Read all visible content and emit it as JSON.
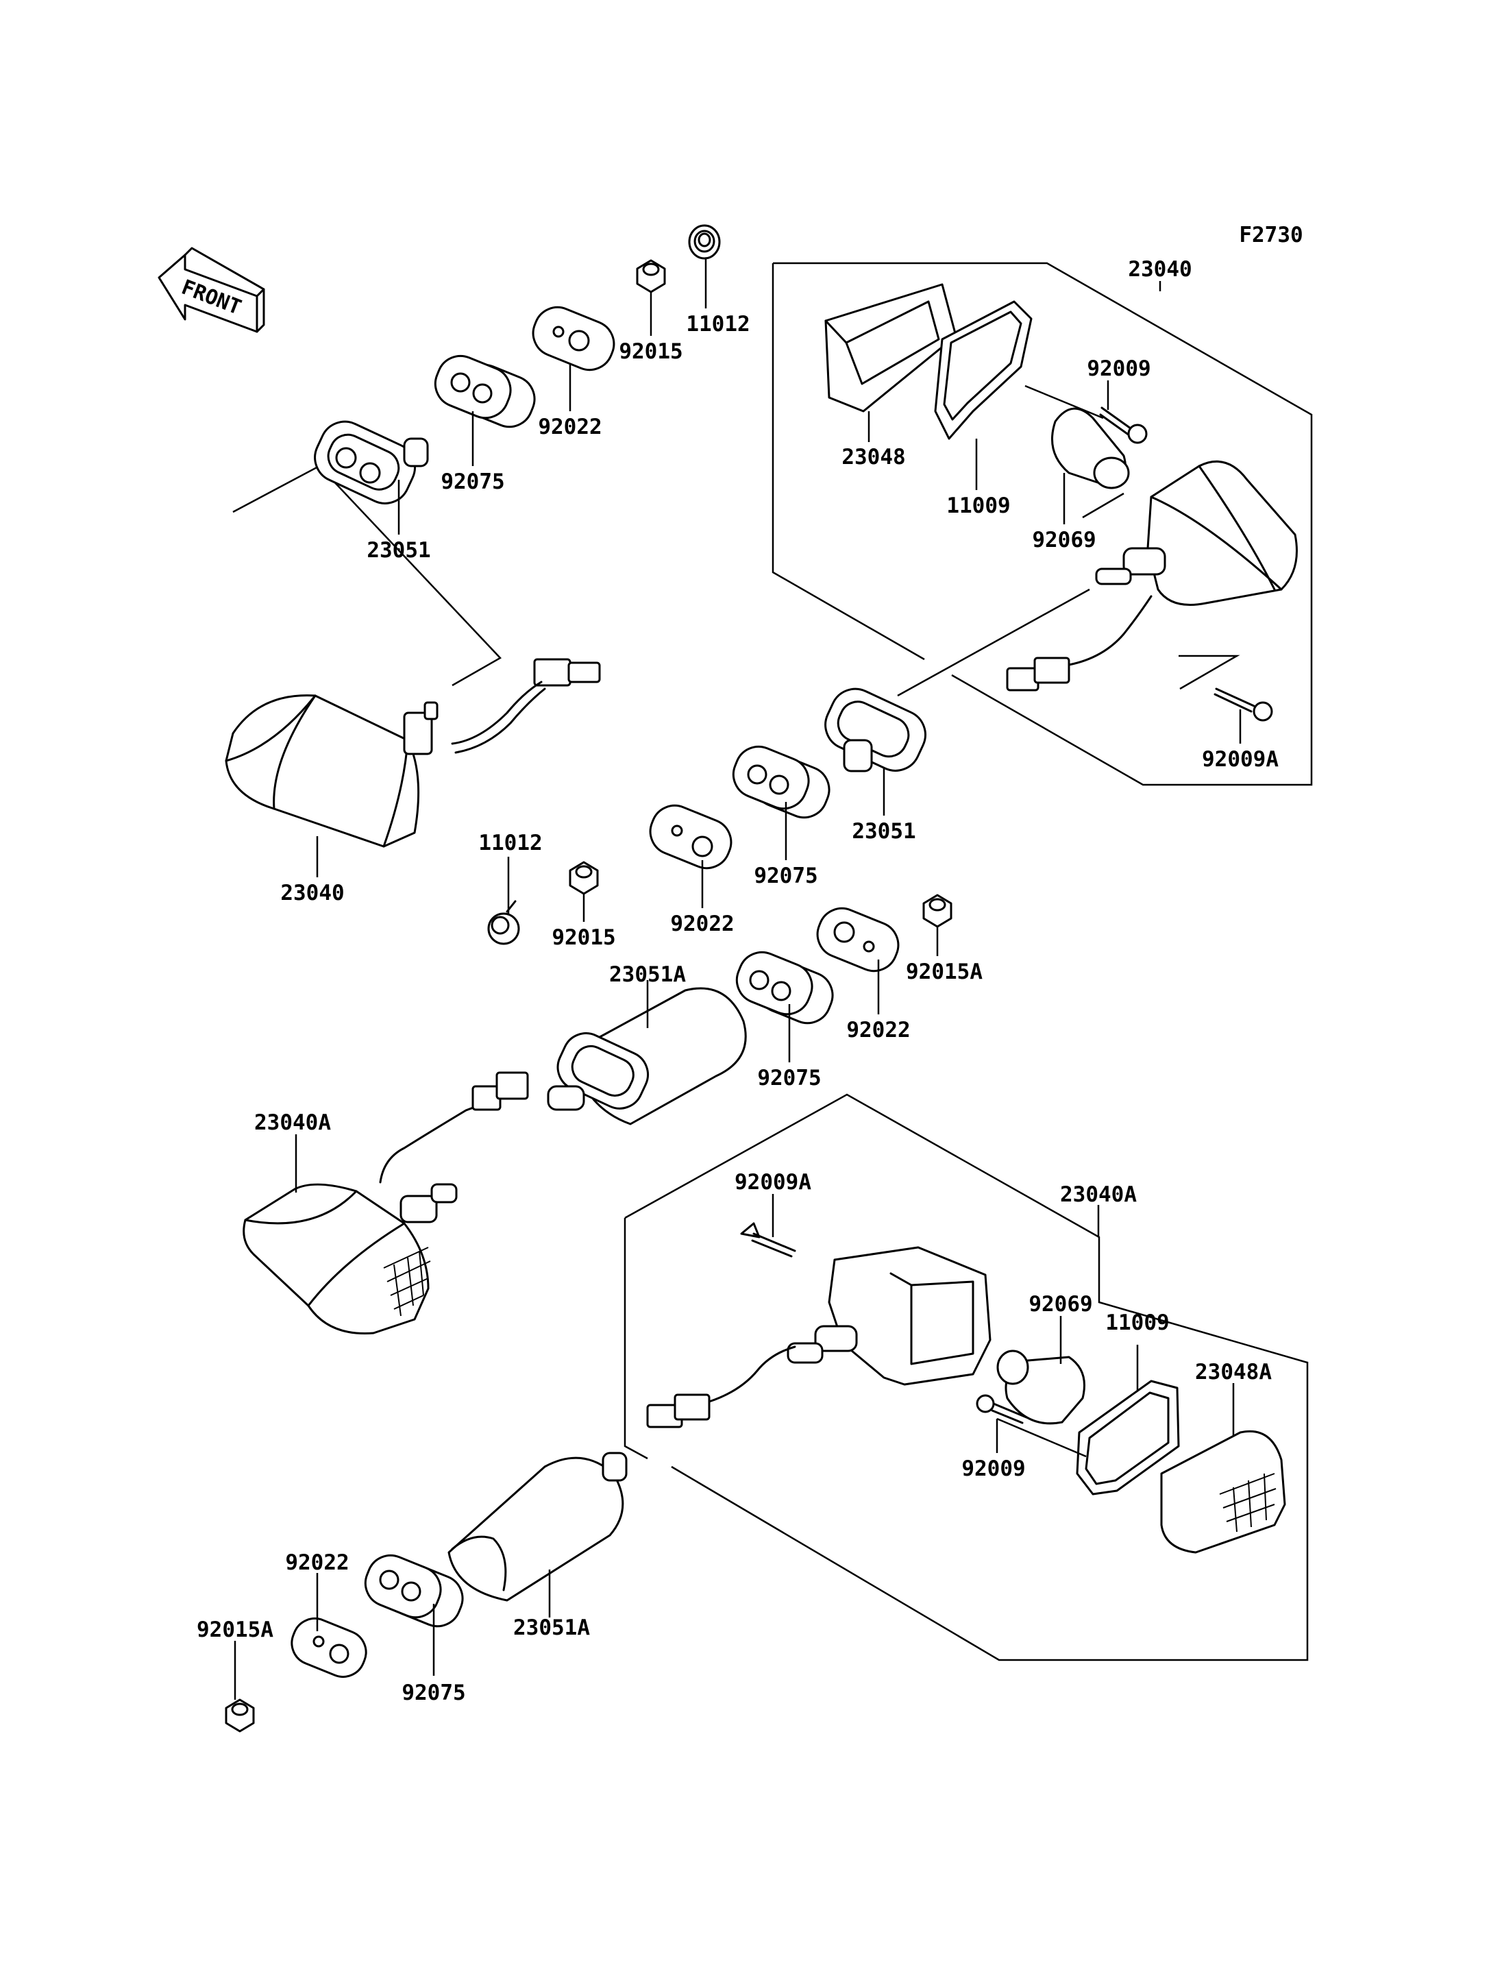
{
  "figure_code": "F2730",
  "front_arrow": {
    "label": "FRONT",
    "icon": "front-direction-arrow-icon"
  },
  "callouts": [
    {
      "id": "c01",
      "text": "23040"
    },
    {
      "id": "c02",
      "text": "92009"
    },
    {
      "id": "c03",
      "text": "23048"
    },
    {
      "id": "c04",
      "text": "11009"
    },
    {
      "id": "c05",
      "text": "92069"
    },
    {
      "id": "c06",
      "text": "92009A"
    },
    {
      "id": "c07",
      "text": "11012"
    },
    {
      "id": "c08",
      "text": "92015"
    },
    {
      "id": "c09",
      "text": "92022"
    },
    {
      "id": "c10",
      "text": "92075"
    },
    {
      "id": "c11",
      "text": "23051"
    },
    {
      "id": "c12",
      "text": "23040"
    },
    {
      "id": "c13",
      "text": "23051"
    },
    {
      "id": "c14",
      "text": "92075"
    },
    {
      "id": "c15",
      "text": "92022"
    },
    {
      "id": "c16",
      "text": "11012"
    },
    {
      "id": "c17",
      "text": "92015"
    },
    {
      "id": "c18",
      "text": "92015A"
    },
    {
      "id": "c19",
      "text": "92022"
    },
    {
      "id": "c20",
      "text": "23051A"
    },
    {
      "id": "c21",
      "text": "92075"
    },
    {
      "id": "c22",
      "text": "23040A"
    },
    {
      "id": "c23",
      "text": "92009A"
    },
    {
      "id": "c24",
      "text": "23040A"
    },
    {
      "id": "c25",
      "text": "92069"
    },
    {
      "id": "c26",
      "text": "11009"
    },
    {
      "id": "c27",
      "text": "23048A"
    },
    {
      "id": "c28",
      "text": "92009"
    },
    {
      "id": "c29",
      "text": "92022"
    },
    {
      "id": "c30",
      "text": "92015A"
    },
    {
      "id": "c31",
      "text": "23051A"
    },
    {
      "id": "c32",
      "text": "92075"
    }
  ]
}
